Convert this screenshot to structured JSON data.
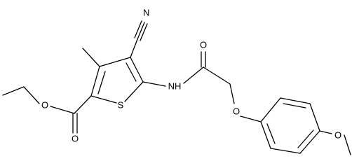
{
  "molecule": {
    "atoms": {
      "nitrile_n": "N",
      "nitrile_c": "C",
      "ring_s": "S",
      "amide_nh": "NH",
      "amide_o": "O",
      "ether_o": "O",
      "ester_o_carbonyl": "O",
      "ester_o_single": "O",
      "methoxy_o": "O"
    }
  }
}
